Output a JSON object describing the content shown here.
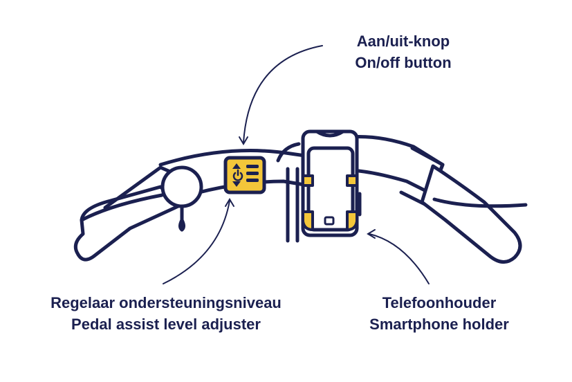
{
  "labels": {
    "power_button": {
      "nl": "Aan/uit-knop",
      "en": "On/off button"
    },
    "assist_adjuster": {
      "nl": "Regelaar ondersteuningsniveau",
      "en": "Pedal assist level adjuster"
    },
    "phone_holder": {
      "nl": "Telefoonhouder",
      "en": "Smartphone holder"
    }
  },
  "colors": {
    "ink": "#1b2050",
    "accent": "#f3c63a",
    "background": "#ffffff"
  },
  "icons": [
    "power-icon",
    "arrow-up-icon",
    "arrow-down-icon"
  ]
}
